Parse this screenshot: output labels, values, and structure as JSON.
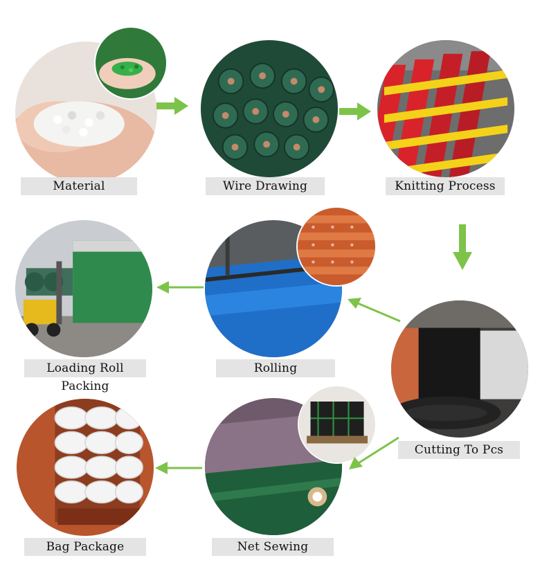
{
  "arrow_color": "#7dc34a",
  "steps": [
    {
      "label": "Material",
      "icon": "plastic-pellets-photo"
    },
    {
      "label": "Wire Drawing",
      "icon": "yarn-spools-photo"
    },
    {
      "label": "Knitting Process",
      "icon": "knitting-machine-photo"
    },
    {
      "label": "Cutting To Pcs",
      "icon": "cutting-machine-photo"
    },
    {
      "label": "Rolling",
      "icon": "rolling-photo"
    },
    {
      "label": "Loading Roll Packing",
      "icon": "container-loading-photo"
    },
    {
      "label": "Net Sewing",
      "icon": "net-sewing-photo"
    },
    {
      "label": "Bag Package",
      "icon": "bag-package-photo"
    }
  ]
}
